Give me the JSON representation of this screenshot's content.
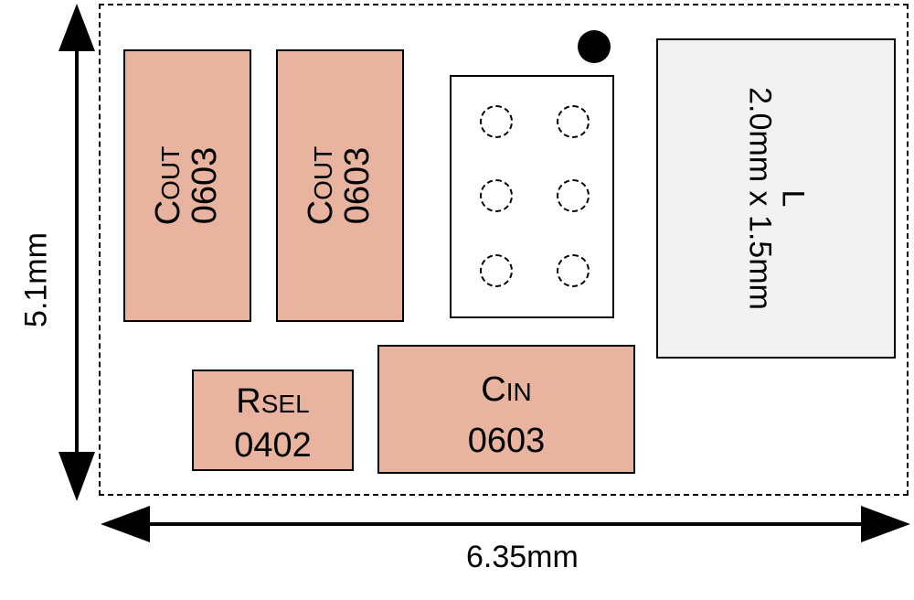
{
  "cout_1": {
    "label_main": "C",
    "label_sub": "OUT",
    "package": "0603"
  },
  "cout_2": {
    "label_main": "C",
    "label_sub": "OUT",
    "package": "0603"
  },
  "rsel": {
    "label_main": "R",
    "label_sub": "SEL",
    "package": "0402"
  },
  "cin": {
    "label_main": "C",
    "label_sub": "IN",
    "package": "0603"
  },
  "inductor": {
    "label": "L",
    "size": "2.0mm x 1.5mm"
  },
  "dimensions": {
    "height": "5.1mm",
    "width": "6.35mm"
  },
  "colors": {
    "passive_fill": "#e8b39f",
    "inductor_fill": "#f2f2f2",
    "ic_fill": "#ffffff"
  },
  "ic": {
    "bump_rows": 3,
    "bump_cols": 2
  }
}
